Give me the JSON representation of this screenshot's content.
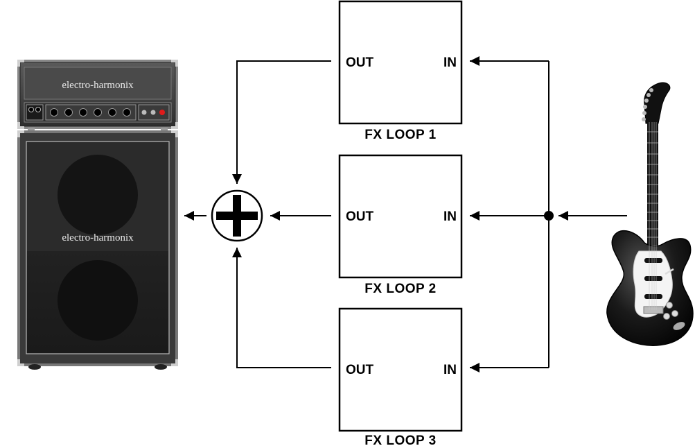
{
  "amp": {
    "head_brand": "electro-harmonix",
    "cabinet_brand": "electro-harmonix"
  },
  "fx_loops": [
    {
      "caption": "FX LOOP 1",
      "out_label": "OUT",
      "in_label": "IN"
    },
    {
      "caption": "FX LOOP 2",
      "out_label": "OUT",
      "in_label": "IN"
    },
    {
      "caption": "FX LOOP 3",
      "out_label": "OUT",
      "in_label": "IN"
    }
  ],
  "icons": {
    "mixer": "plus-circle-icon",
    "source": "electric-guitar-icon",
    "output": "amplifier-stack-icon"
  },
  "colors": {
    "line": "#000000",
    "amp_body": "#3a3a3a",
    "amp_grille": "#1f1f1f",
    "indicator_red": "#e01b1b"
  }
}
